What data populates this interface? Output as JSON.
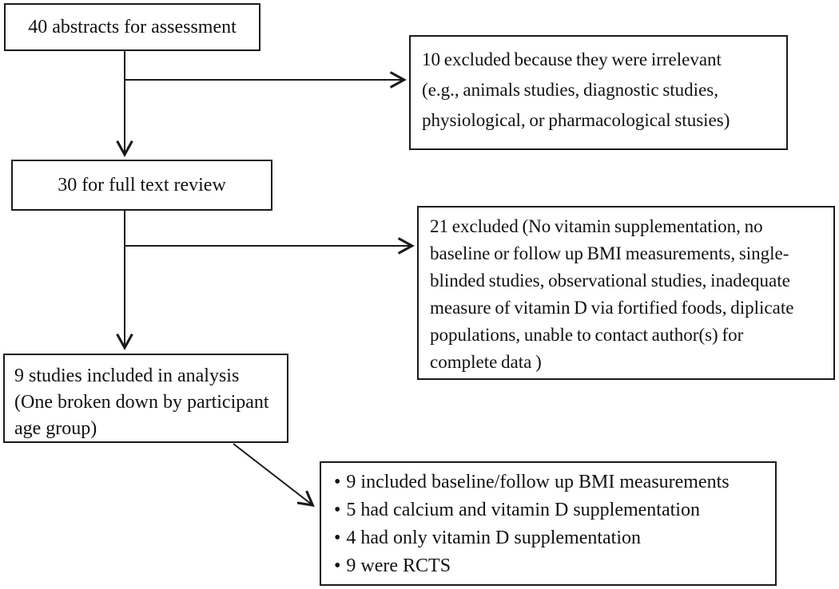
{
  "canvas": {
    "background": "#ffffff",
    "line_color": "#1a1a1a"
  },
  "boxes": {
    "abstracts": {
      "text": "40 abstracts for assessment"
    },
    "excluded_abstracts": {
      "lines": [
        "10 excluded because they were irrelevant",
        "(e.g., animals studies, diagnostic studies,",
        "physiological,  or pharmacological  stusies)"
      ]
    },
    "full_text_review": {
      "text": "30 for full text review"
    },
    "excluded_full_text": {
      "lines": [
        "21 excluded (No vitamin supplementation, no",
        "baseline or follow up BMI measurements, single-",
        "blinded studies, observational studies, inadequate",
        "measure of vitamin D via fortified foods, diplicate",
        "populations,  unable to contact author(s) for",
        "complete data )"
      ]
    },
    "included_studies": {
      "lines": [
        "9 studies included in analysis",
        "(One broken down by participant",
        "age group)"
      ]
    },
    "analysis_details": {
      "bullet": "•",
      "items": [
        "9 included baseline/follow up BMI measurements",
        "5 had calcium and vitamin D supplementation",
        "4 had only vitamin D supplementation",
        "9 were RCTS"
      ]
    }
  }
}
